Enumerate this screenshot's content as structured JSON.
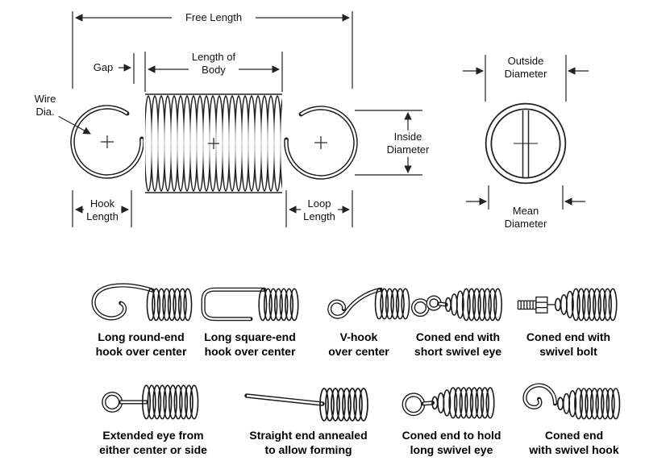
{
  "diagram": {
    "free_length": "Free Length",
    "gap": "Gap",
    "length_of_body": "Length of\nBody",
    "wire_dia": "Wire\nDia.",
    "hook_length": "Hook\nLength",
    "loop_length": "Loop\nLength",
    "inside_diameter": "Inside\nDiameter",
    "outside_diameter": "Outside\nDiameter",
    "mean_diameter": "Mean\nDiameter"
  },
  "end_types_row1": [
    {
      "label": "Long round-end\nhook over center"
    },
    {
      "label": "Long square-end\nhook over center"
    },
    {
      "label": "V-hook\nover center"
    },
    {
      "label": "Coned end with\nshort swivel eye"
    },
    {
      "label": "Coned end with\nswivel bolt"
    }
  ],
  "end_types_row2": [
    {
      "label": "Extended eye from\neither center or side"
    },
    {
      "label": "Straight end annealed\nto allow forming"
    },
    {
      "label": "Coned end to hold\nlong swivel eye"
    },
    {
      "label": "Coned end\nwith swivel hook"
    }
  ]
}
